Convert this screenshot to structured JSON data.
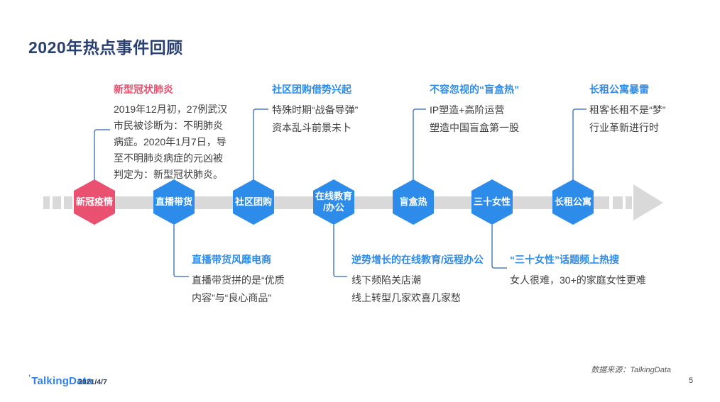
{
  "slide": {
    "title": "2020年热点事件回顾",
    "logo_mark": "’",
    "logo_text": "TalkingData",
    "date": "2021/4/7",
    "source_note": "数据来源：TalkingData",
    "page_number": "5"
  },
  "colors": {
    "accent_red": "#EA5170",
    "accent_blue": "#2D8CEA",
    "timeline_gray": "#D9D9D9",
    "connector_blue": "#4D7EBF",
    "title_navy": "#2A4070",
    "logo_blue": "#2F80ED",
    "body_gray": "#3F3F3F",
    "muted_gray": "#595959"
  },
  "timeline": {
    "direction": "left-to-right-arrow",
    "events": [
      {
        "label": "新冠疫情",
        "accent": "red"
      },
      {
        "label": "直播带货",
        "accent": "blue"
      },
      {
        "label": "社区团购",
        "accent": "blue"
      },
      {
        "label": "在线教育\n/办公",
        "accent": "blue"
      },
      {
        "label": "盲盒热",
        "accent": "blue"
      },
      {
        "label": "三十女性",
        "accent": "blue"
      },
      {
        "label": "长租公寓",
        "accent": "blue"
      }
    ]
  },
  "annotations_top": [
    {
      "title": "新型冠状肺炎",
      "lines": [
        "2019年12月初，27例武汉",
        "市民被诊断为：不明肺炎",
        "病症。2020年1月7日，导",
        "至不明肺炎病症的元凶被",
        "判定为：新型冠状肺炎。"
      ]
    },
    {
      "title": "社区团购借势兴起",
      "lines": [
        "特殊时期“战备导弹”",
        "资本乱斗前景未卜"
      ]
    },
    {
      "title": "不容忽视的“盲盒热”",
      "lines": [
        "IP塑造+高阶运营",
        "塑造中国盲盒第一股"
      ]
    },
    {
      "title": "长租公寓暴雷",
      "lines": [
        "租客长租不是“梦”",
        "行业革新进行时"
      ]
    }
  ],
  "annotations_bottom": [
    {
      "title": "直播带货风靡电商",
      "lines": [
        "直播带货拼的是“优质",
        "内容”与“良心商品”"
      ]
    },
    {
      "title": "逆势增长的在线教育/远程办公",
      "lines": [
        "线下频陷关店潮",
        "线上转型几家欢喜几家愁"
      ]
    },
    {
      "title": "“三十女性”话题频上热搜",
      "lines": [
        "女人很难，30+的家庭女性更难"
      ]
    }
  ]
}
